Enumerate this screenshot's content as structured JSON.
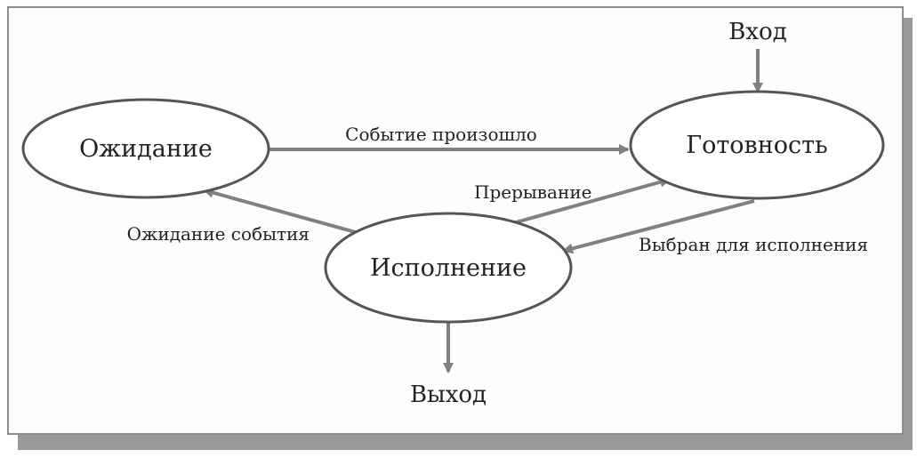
{
  "states": {
    "waiting": "Ожидание",
    "ready": "Готовность",
    "running": "Исполнение"
  },
  "transitions": {
    "event_occurred": "Событие произошло",
    "interrupt": "Прерывание",
    "wait_event": "Ожидание события",
    "selected": "Выбран для исполнения"
  },
  "io": {
    "input": "Вход",
    "output": "Выход"
  }
}
